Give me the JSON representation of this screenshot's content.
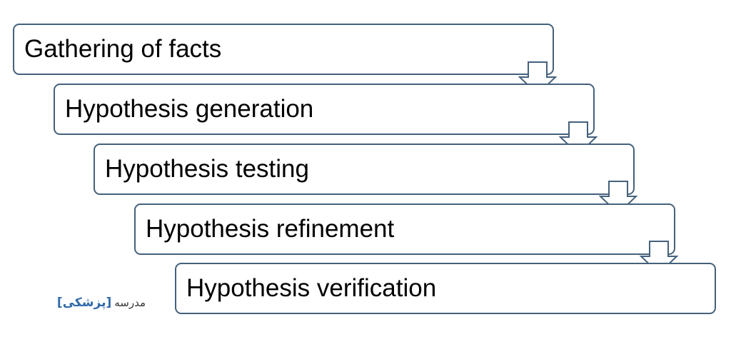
{
  "steps": [
    {
      "label": "Gathering of facts"
    },
    {
      "label": "Hypothesis generation"
    },
    {
      "label": "Hypothesis testing"
    },
    {
      "label": "Hypothesis refinement"
    },
    {
      "label": "Hypothesis verification"
    }
  ],
  "logo": {
    "word1": "مدرسه",
    "word2": "[پزشکی]"
  },
  "colors": {
    "border": "#44617b",
    "arrow_stroke": "#44617b",
    "arrow_fill": "#ffffff",
    "logo_accent": "#2f6aa9"
  },
  "icons": {
    "connector": "down-arrow-icon"
  }
}
